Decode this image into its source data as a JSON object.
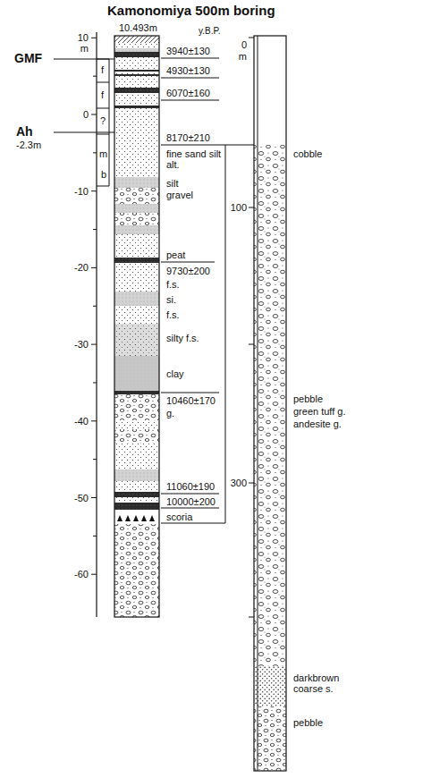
{
  "diagram": {
    "title": "Kamonomiya 500m boring",
    "labels": [
      "10.493m",
      "y.B.P.",
      "GMF",
      "f",
      "f",
      "Ah",
      "-2.3m",
      "?",
      "m",
      "b",
      "10",
      "m",
      "0",
      "-10",
      "-20",
      "-30",
      "-40",
      "-50",
      "-60",
      "3940±130",
      "4930±130",
      "6070±160",
      "8170±210",
      "fine sand silt alt.",
      "silt",
      "gravel",
      "peat",
      "9730±200",
      "f.s.",
      "si.",
      "f.s.",
      "silty f.s.",
      "clay",
      "10460±170",
      "g.",
      "11060±190",
      "10000±200",
      "scoria",
      "0",
      "m",
      "100",
      "300",
      "cobble",
      "pebble",
      "green tuff g.",
      "andesite g.",
      "darkbrown coarse s.",
      "pebble"
    ]
  }
}
